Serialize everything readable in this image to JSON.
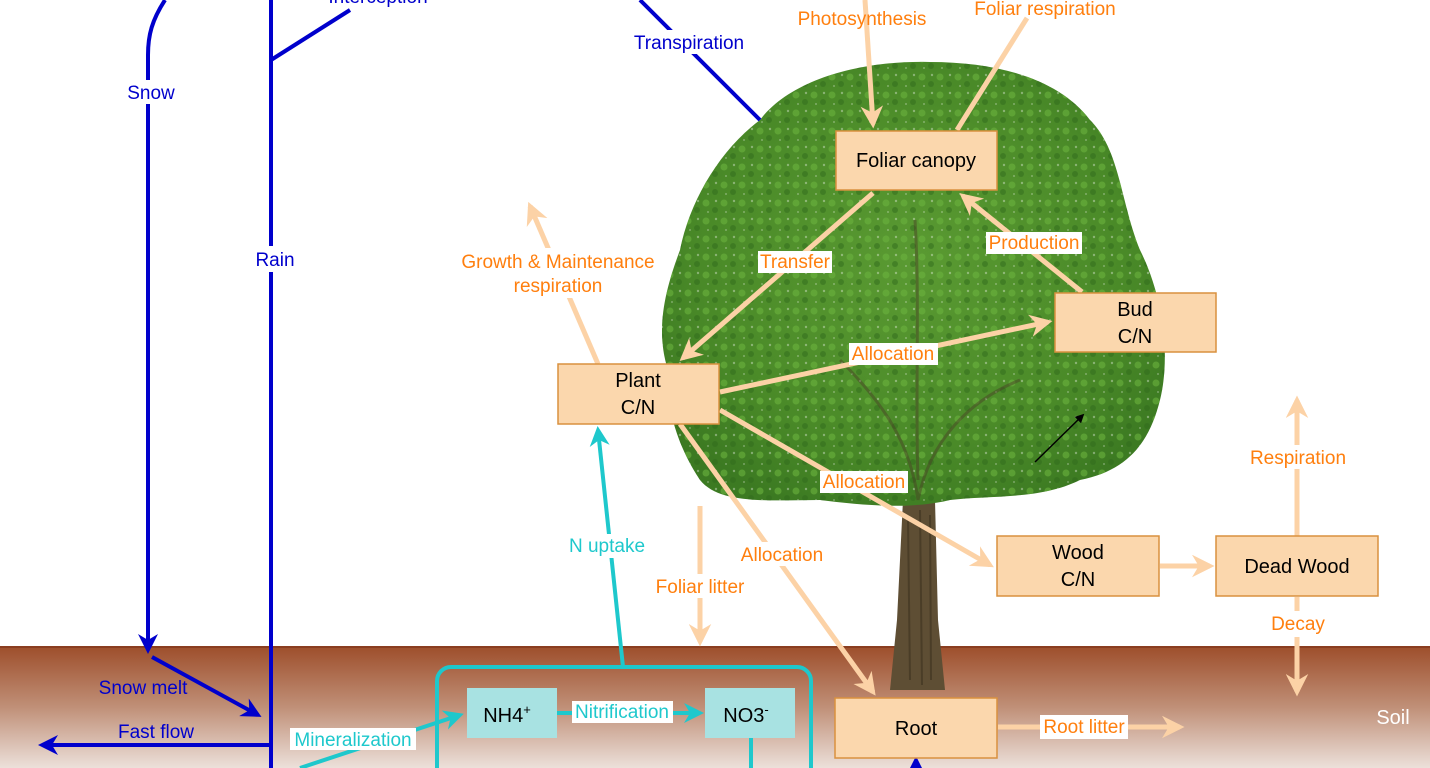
{
  "colors": {
    "water": "#0000cc",
    "carbon_arrow": "#fcd2a6",
    "carbon_text": "#ff7f0e",
    "nitrogen": "#1ec8cc",
    "pool_fill": "#fbd7ad",
    "pool_border": "#d9913f",
    "n_pool_fill": "#a8e2e2",
    "soil_top": "#9e4f2c",
    "soil_bottom": "#e8d8d0",
    "canopy_green": "#4d8f2a",
    "trunk": "#5a4a30"
  },
  "water_flows": {
    "snow": "Snow",
    "rain": "Rain",
    "interception": "Interception",
    "transpiration": "Transpiration",
    "snow_melt": "Snow melt",
    "fast_flow": "Fast flow"
  },
  "carbon_flows": {
    "photosynthesis": "Photosynthesis",
    "foliar_respiration": "Foliar respiration",
    "growth_maintenance_respiration_line1": "Growth & Maintenance",
    "growth_maintenance_respiration_line2": "respiration",
    "transfer": "Transfer",
    "production": "Production",
    "allocation_bud": "Allocation",
    "allocation_wood": "Allocation",
    "allocation_root": "Allocation",
    "foliar_litter": "Foliar litter",
    "respiration": "Respiration",
    "decay": "Decay",
    "root_litter": "Root litter"
  },
  "nitrogen_flows": {
    "n_uptake": "N uptake",
    "nitrification": "Nitrification",
    "mineralization": "Mineralization"
  },
  "pools": {
    "foliar_canopy": "Foliar canopy",
    "bud_line1": "Bud",
    "bud_line2": "C/N",
    "plant_line1": "Plant",
    "plant_line2": "C/N",
    "wood_line1": "Wood",
    "wood_line2": "C/N",
    "dead_wood": "Dead Wood",
    "root": "Root",
    "nh4": "NH4",
    "nh4_sup": "+",
    "no3": "NO3",
    "no3_sup": "-"
  },
  "soil_label": "Soil"
}
